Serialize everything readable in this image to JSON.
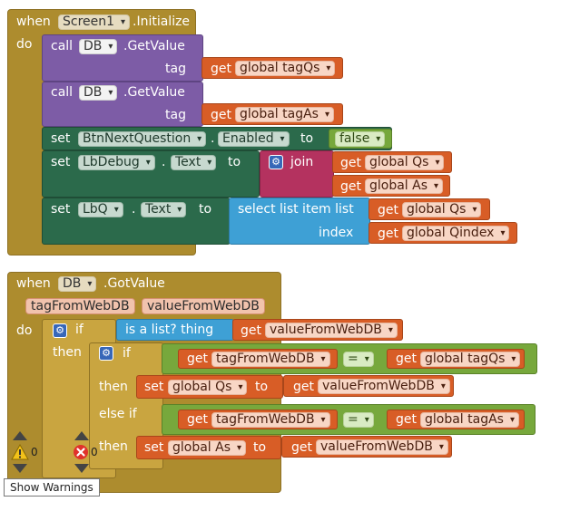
{
  "screen_init": {
    "when": "when",
    "component": "Screen1",
    "event": ".Initialize",
    "do": "do",
    "call1": {
      "call": "call",
      "component": "DB",
      "method": ".GetValue",
      "tag": "tag",
      "get": "get",
      "var": "global tagQs"
    },
    "call2": {
      "call": "call",
      "component": "DB",
      "method": ".GetValue",
      "tag": "tag",
      "get": "get",
      "var": "global tagAs"
    },
    "set1": {
      "set": "set",
      "component": "BtnNextQuestion",
      "dot": ".",
      "prop": "Enabled",
      "to": "to",
      "value": "false"
    },
    "set2": {
      "set": "set",
      "component": "LbDebug",
      "dot": ".",
      "prop": "Text",
      "to": "to",
      "join": "join",
      "get1": "get",
      "var1": "global Qs",
      "get2": "get",
      "var2": "global As"
    },
    "set3": {
      "set": "set",
      "component": "LbQ",
      "dot": ".",
      "prop": "Text",
      "to": "to",
      "select": "select list item  list",
      "index": "index",
      "get1": "get",
      "var1": "global Qs",
      "get2": "get",
      "var2": "global Qindex"
    }
  },
  "db_got": {
    "when": "when",
    "component": "DB",
    "event": ".GotValue",
    "param1": "tagFromWebDB",
    "param2": "valueFromWebDB",
    "do": "do",
    "if": "if",
    "then": "then",
    "islist": "is a list?  thing",
    "get": "get",
    "var_value": "valueFromWebDB",
    "inner_if": "if",
    "inner_then": "then",
    "else_if": "else if",
    "inner_then2": "then",
    "cmp1": {
      "get": "get",
      "var": "tagFromWebDB",
      "op": "=",
      "get2": "get",
      "var2": "global tagQs"
    },
    "set_qs": {
      "set": "set",
      "var": "global Qs",
      "to": "to",
      "get": "get",
      "value": "valueFromWebDB"
    },
    "cmp2": {
      "get": "get",
      "var": "tagFromWebDB",
      "op": "=",
      "get2": "get",
      "var2": "global tagAs"
    },
    "set_as": {
      "set": "set",
      "var": "global As",
      "to": "to",
      "get": "get",
      "value": "valueFromWebDB"
    }
  },
  "warnings": {
    "warning_count": "0",
    "error_count": "0",
    "show_warnings_label": "Show Warnings"
  }
}
